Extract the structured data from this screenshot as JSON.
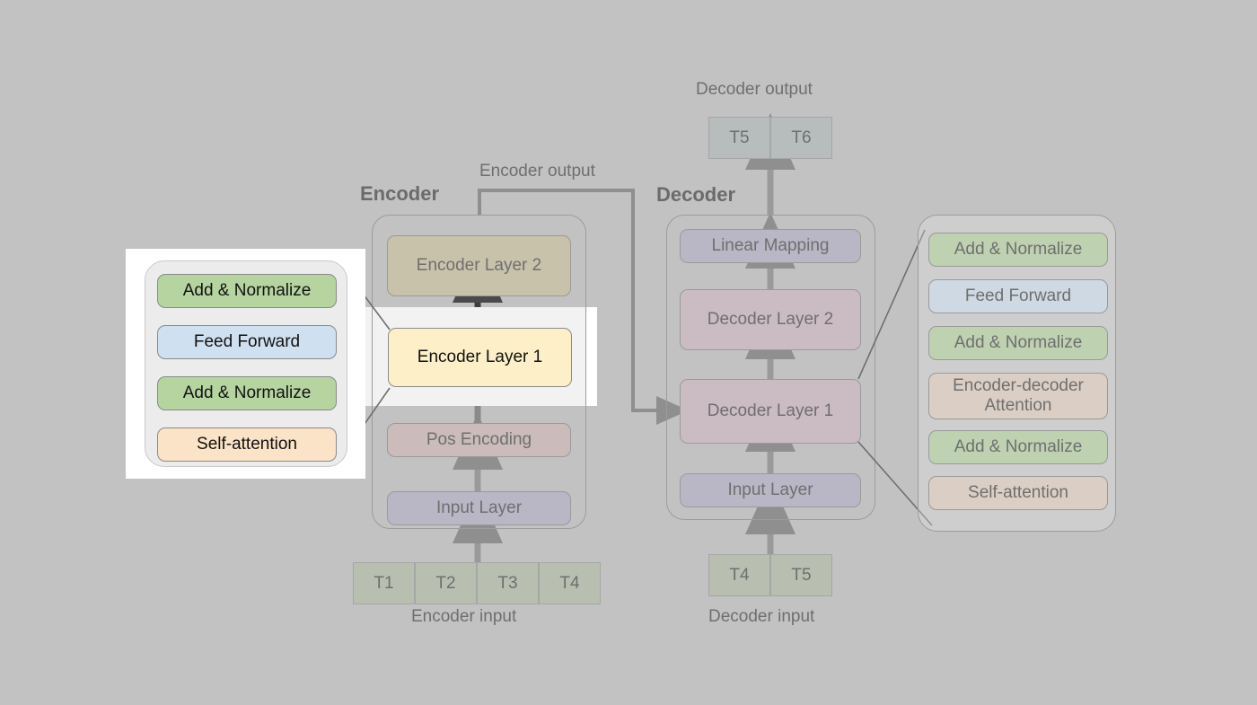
{
  "diagram": {
    "title_encoder": "Encoder",
    "title_decoder": "Decoder",
    "background_color": "#c2c2c2"
  },
  "labels": {
    "encoder_output": "Encoder output",
    "decoder_output": "Decoder output",
    "encoder_input": "Encoder input",
    "decoder_input": "Decoder input"
  },
  "encoder_stack": {
    "blocks": [
      {
        "label": "Encoder Layer 2",
        "color": "#c8c2ab"
      },
      {
        "label": "Encoder Layer 1",
        "color": "#fdf0c8"
      },
      {
        "label": "Pos Encoding",
        "color": "#cbbbbb"
      },
      {
        "label": "Input Layer",
        "color": "#b9b6c6"
      }
    ]
  },
  "decoder_stack": {
    "blocks": [
      {
        "label": "Linear Mapping",
        "color": "#b9b6c6"
      },
      {
        "label": "Decoder Layer 2",
        "color": "#cbbbc3"
      },
      {
        "label": "Decoder Layer 1",
        "color": "#cbbbc3"
      },
      {
        "label": "Input Layer",
        "color": "#b9b6c6"
      }
    ]
  },
  "encoder_detail": {
    "blocks": [
      {
        "label": "Add & Normalize",
        "color": "#b5d4a0"
      },
      {
        "label": "Feed Forward",
        "color": "#cfe0f0"
      },
      {
        "label": "Add & Normalize",
        "color": "#b5d4a0"
      },
      {
        "label": "Self-attention",
        "color": "#fbe3c7"
      }
    ]
  },
  "decoder_detail": {
    "blocks": [
      {
        "label": "Add & Normalize",
        "color": "#b5d4a0"
      },
      {
        "label": "Feed Forward",
        "color": "#cfe0f0"
      },
      {
        "label": "Add & Normalize",
        "color": "#b5d4a0"
      },
      {
        "label": "Encoder-decoder\nAttention",
        "color": "#e0cfc0"
      },
      {
        "label": "Add & Normalize",
        "color": "#b5d4a0"
      },
      {
        "label": "Self-attention",
        "color": "#e0cfc0"
      }
    ]
  },
  "encoder_input_tokens": [
    "T1",
    "T2",
    "T3",
    "T4"
  ],
  "decoder_input_tokens": [
    "T4",
    "T5"
  ],
  "decoder_output_tokens": [
    "T5",
    "T6"
  ],
  "token_colors": {
    "input_chip": "#b8bfb0",
    "output_chip": "#b6bdbc"
  }
}
